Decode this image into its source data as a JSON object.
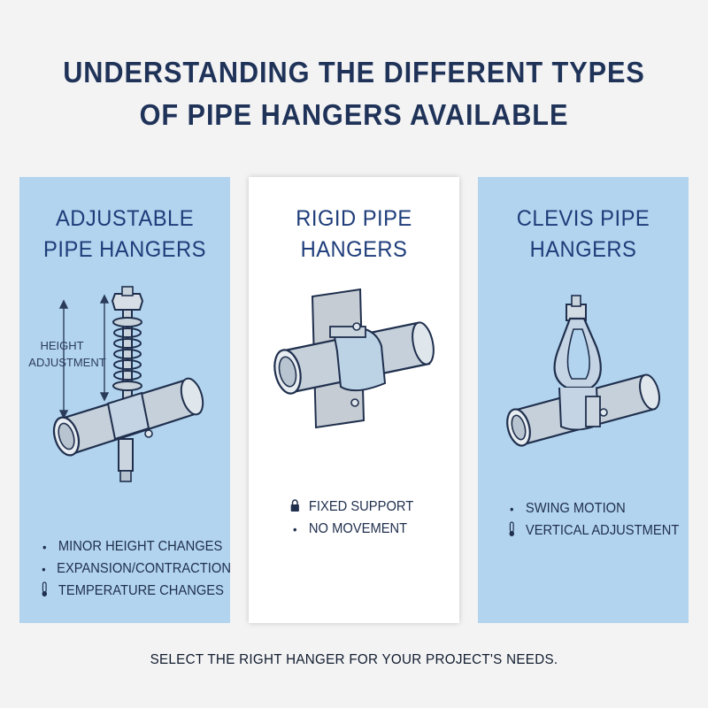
{
  "title": {
    "line1": "UNDERSTANDING THE DIFFERENT TYPES",
    "line2": "OF PIPE HANGERS AVAILABLE"
  },
  "panels": [
    {
      "title_line1": "ADJUSTABLE",
      "title_line2": "PIPE HANGERS",
      "illustration": "adjustable-hanger-illustration",
      "side_label_line1": "HEIGHT",
      "side_label_line2": "ADJUSTMENT",
      "features": [
        {
          "icon": "bullet",
          "text": "MINOR HEIGHT CHANGES"
        },
        {
          "icon": "bullet",
          "text": "EXPANSION/CONTRACTION"
        },
        {
          "icon": "thermometer-icon",
          "text": "TEMPERATURE CHANGES"
        }
      ]
    },
    {
      "title_line1": "RIGID PIPE",
      "title_line2": "HANGERS",
      "illustration": "rigid-hanger-illustration",
      "features": [
        {
          "icon": "lock-icon",
          "text": "FIXED SUPPORT"
        },
        {
          "icon": "bullet",
          "text": "NO MOVEMENT"
        }
      ]
    },
    {
      "title_line1": "CLEVIS PIPE",
      "title_line2": "HANGERS",
      "illustration": "clevis-hanger-illustration",
      "features": [
        {
          "icon": "bullet",
          "text": "SWING MOTION"
        },
        {
          "icon": "thermometer-icon",
          "text": "VERTICAL ADJUSTMENT"
        }
      ]
    }
  ],
  "footer": "SELECT THE RIGHT HANGER FOR YOUR PROJECT'S NEEDS.",
  "colors": {
    "background": "#f3f3f4",
    "panel_blue": "#b2d4ee",
    "panel_white": "#ffffff",
    "title_navy": "#1f3258",
    "heading_blue": "#1e3d7a"
  }
}
